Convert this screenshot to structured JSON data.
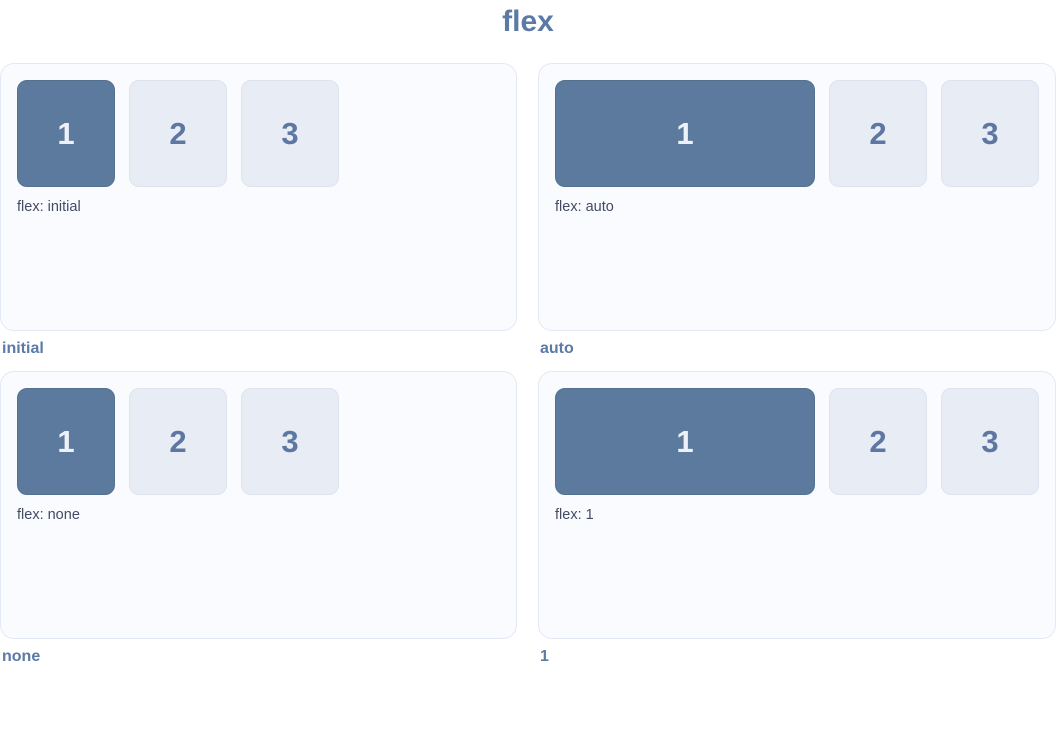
{
  "page": {
    "title": "flex"
  },
  "colors": {
    "title_text": "#5b7aa6",
    "panel_background": "#fafbfe",
    "panel_border": "#e3e9f4",
    "item1_background": "#5c7a9e",
    "item1_text": "#eef2f8",
    "item_background": "#e8ecf4",
    "item_border": "#dce3ef",
    "item_text": "#5d77a2",
    "caption_text": "#414c63",
    "label_text": "#5b7aa6"
  },
  "panels": [
    {
      "label": "initial",
      "caption": "flex: initial",
      "flex_value": "initial",
      "items": [
        "1",
        "2",
        "3"
      ]
    },
    {
      "label": "auto",
      "caption": "flex: auto",
      "flex_value": "auto",
      "items": [
        "1",
        "2",
        "3"
      ]
    },
    {
      "label": "none",
      "caption": "flex: none",
      "flex_value": "none",
      "items": [
        "1",
        "2",
        "3"
      ]
    },
    {
      "label": "1",
      "caption": "flex: 1",
      "flex_value": "1",
      "items": [
        "1",
        "2",
        "3"
      ]
    }
  ]
}
